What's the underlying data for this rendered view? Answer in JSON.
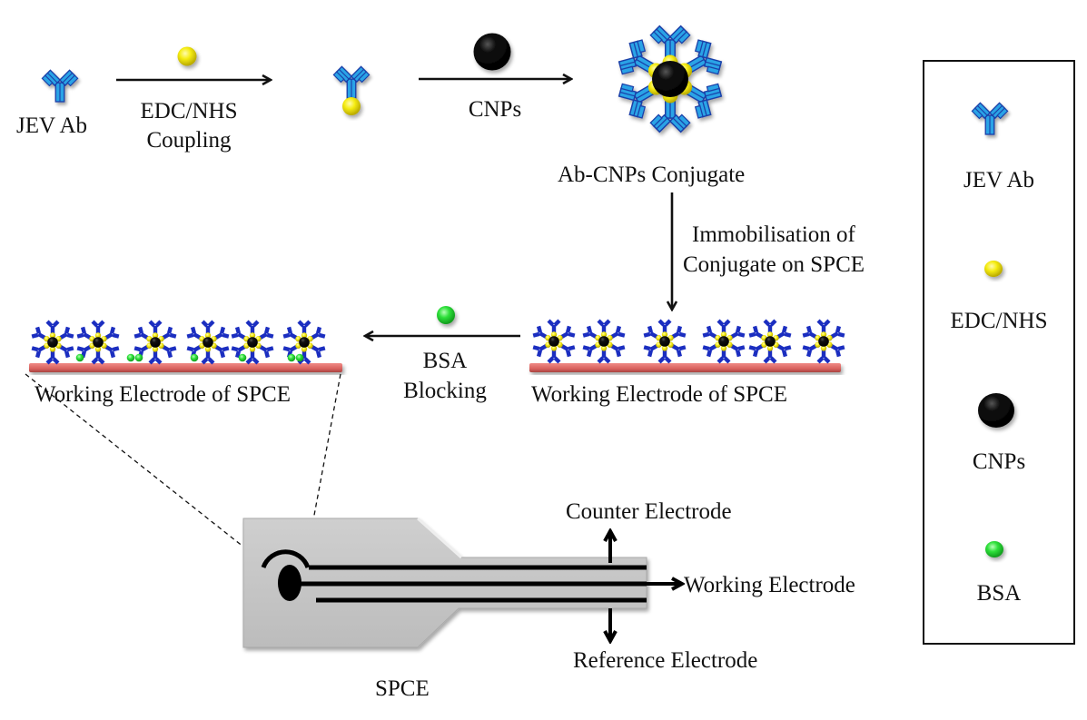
{
  "colors": {
    "antibody_fill": "#29a3e6",
    "antibody_outline": "#1a3fa8",
    "antibody_small": "#1b2ec0",
    "edc_nhs": "#f5ec12",
    "cnp": "#050505",
    "bsa": "#2ee03a",
    "electrode_bar": "#d9625f",
    "spce_body": "#c4c4c4",
    "arrow": "#111111"
  },
  "step1": {
    "reactant_label": "JEV Ab",
    "arrow_label_line1": "EDC/NHS",
    "arrow_label_line2": "Coupling",
    "reagent_icon": "edc-nhs-bead"
  },
  "step2": {
    "arrow_label": "CNPs",
    "reagent_icon": "carbon-nanoparticle",
    "product_label": "Ab-CNPs Conjugate"
  },
  "step3": {
    "arrow_label_line1": "Immobilisation of",
    "arrow_label_line2": "Conjugate on SPCE",
    "electrode_label": "Working Electrode of SPCE",
    "conjugate_count": 6
  },
  "step4": {
    "arrow_label_line1": "BSA",
    "arrow_label_line2": "Blocking",
    "electrode_label": "Working Electrode of SPCE",
    "conjugate_count": 6,
    "bsa_count": 7
  },
  "spce": {
    "label": "SPCE",
    "counter_label": "Counter Electrode",
    "working_label": "Working Electrode",
    "reference_label": "Reference Electrode"
  },
  "legend": {
    "items": [
      {
        "icon": "antibody",
        "label": "JEV Ab"
      },
      {
        "icon": "edc-nhs-bead",
        "label": "EDC/NHS"
      },
      {
        "icon": "carbon-nanoparticle",
        "label": "CNPs"
      },
      {
        "icon": "bsa-bead",
        "label": "BSA"
      }
    ]
  }
}
